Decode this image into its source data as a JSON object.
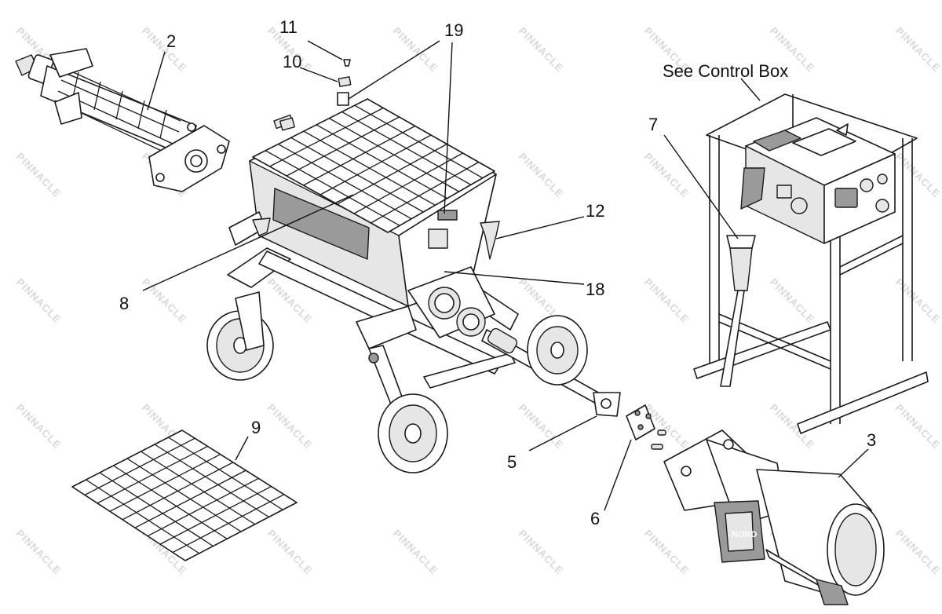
{
  "diagram": {
    "callouts": [
      {
        "id": "c2",
        "text": "2"
      },
      {
        "id": "c11",
        "text": "11"
      },
      {
        "id": "c10",
        "text": "10"
      },
      {
        "id": "c19",
        "text": "19"
      },
      {
        "id": "c12",
        "text": "12"
      },
      {
        "id": "c18",
        "text": "18"
      },
      {
        "id": "c8",
        "text": "8"
      },
      {
        "id": "c7",
        "text": "7"
      },
      {
        "id": "c9",
        "text": "9"
      },
      {
        "id": "c5",
        "text": "5"
      },
      {
        "id": "c6",
        "text": "6"
      },
      {
        "id": "c3",
        "text": "3"
      }
    ],
    "control_box_label": "See Control Box",
    "motor_brand": "NORD",
    "watermark": "PINNACLE"
  }
}
